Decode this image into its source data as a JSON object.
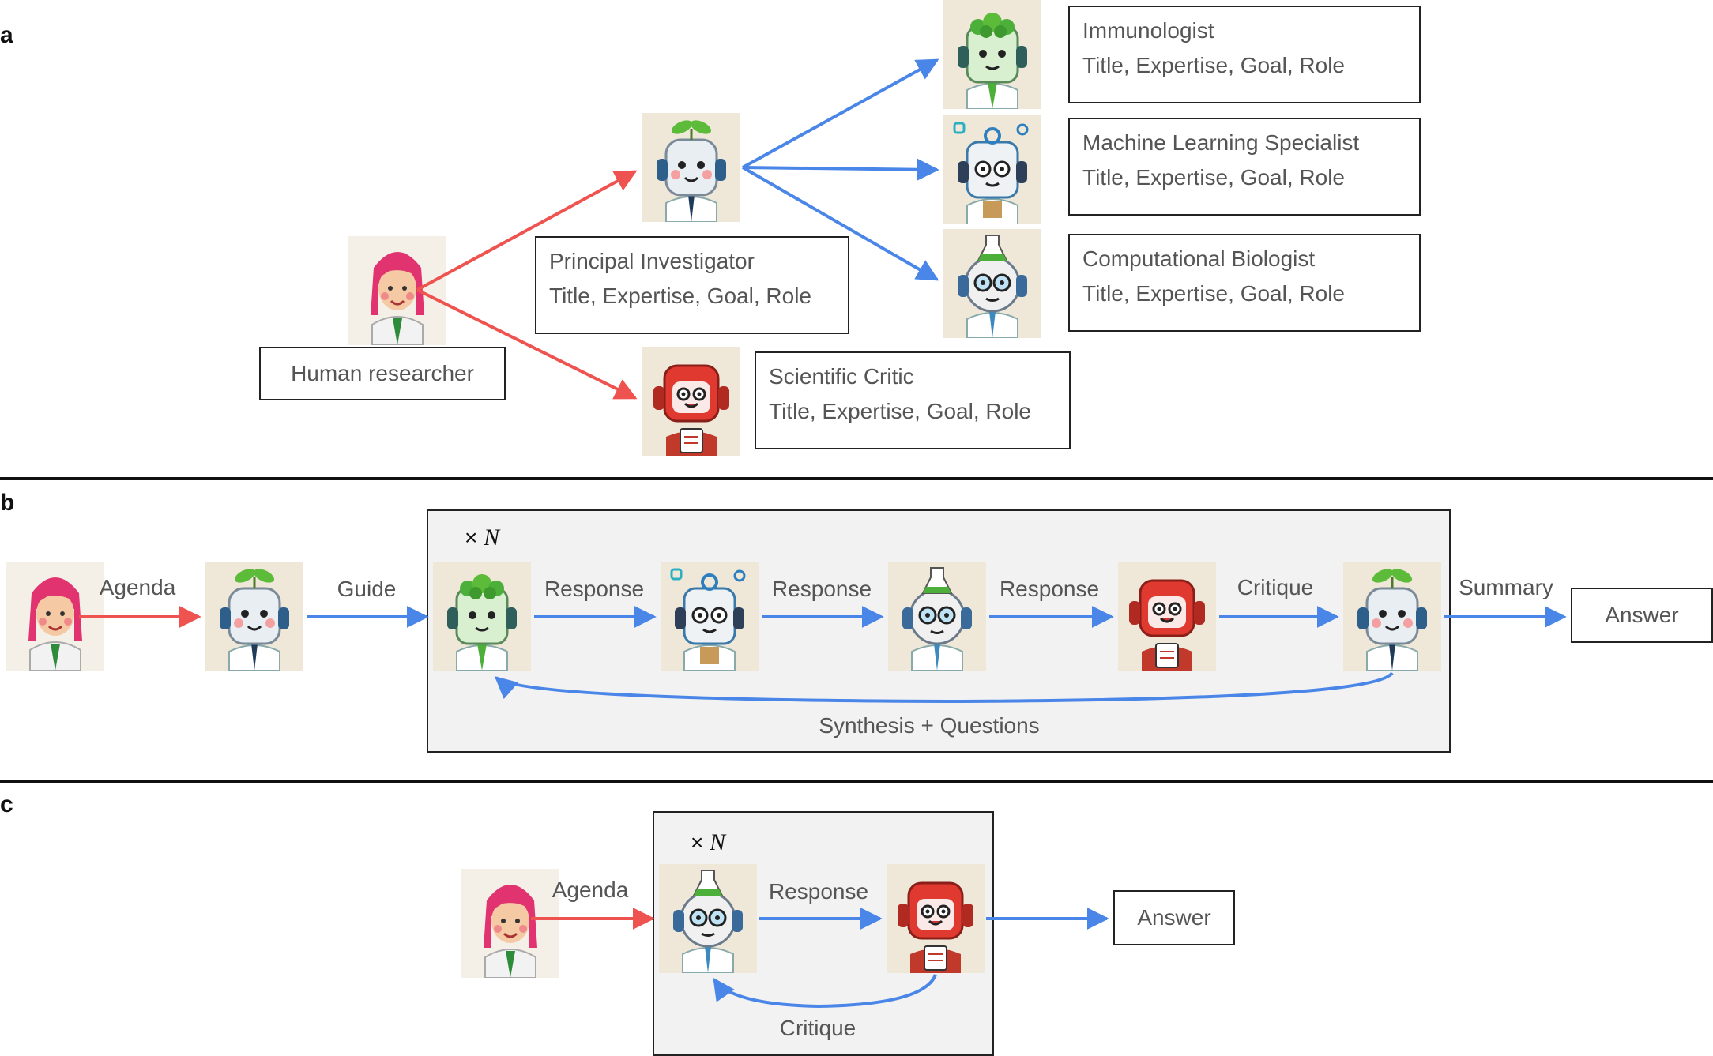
{
  "colors": {
    "red_arrow": "#ef5350",
    "blue_arrow": "#4a86e8",
    "grey_panel": "#f2f2f2",
    "icon_bg": "#efe7d8"
  },
  "panel_a": {
    "letter": "a",
    "human": {
      "label": "Human researcher",
      "icon": "human-researcher-icon"
    },
    "pi": {
      "title": "Principal Investigator",
      "sub": "Title, Expertise, Goal, Role",
      "icon": "pi-robot-icon"
    },
    "critic": {
      "title": "Scientific Critic",
      "sub": "Title, Expertise, Goal, Role",
      "icon": "critic-robot-icon"
    },
    "immunologist": {
      "title": "Immunologist",
      "sub": "Title, Expertise, Goal, Role",
      "icon": "immunologist-robot-icon"
    },
    "ml": {
      "title": "Machine Learning Specialist",
      "sub": "Title, Expertise, Goal, Role",
      "icon": "ml-robot-icon"
    },
    "compbio": {
      "title": "Computational Biologist",
      "sub": "Title, Expertise, Goal, Role",
      "icon": "compbio-robot-icon"
    }
  },
  "panel_b": {
    "letter": "b",
    "agenda": "Agenda",
    "guide": "Guide",
    "loop": "× ",
    "loop_var": "N",
    "response_1": "Response",
    "response_2": "Response",
    "response_3": "Response",
    "critique": "Critique",
    "summary": "Summary",
    "synthesis": "Synthesis + Questions",
    "answer": "Answer"
  },
  "panel_c": {
    "letter": "c",
    "agenda": "Agenda",
    "loop": "× ",
    "loop_var": "N",
    "response": "Response",
    "critique": "Critique",
    "answer": "Answer"
  }
}
